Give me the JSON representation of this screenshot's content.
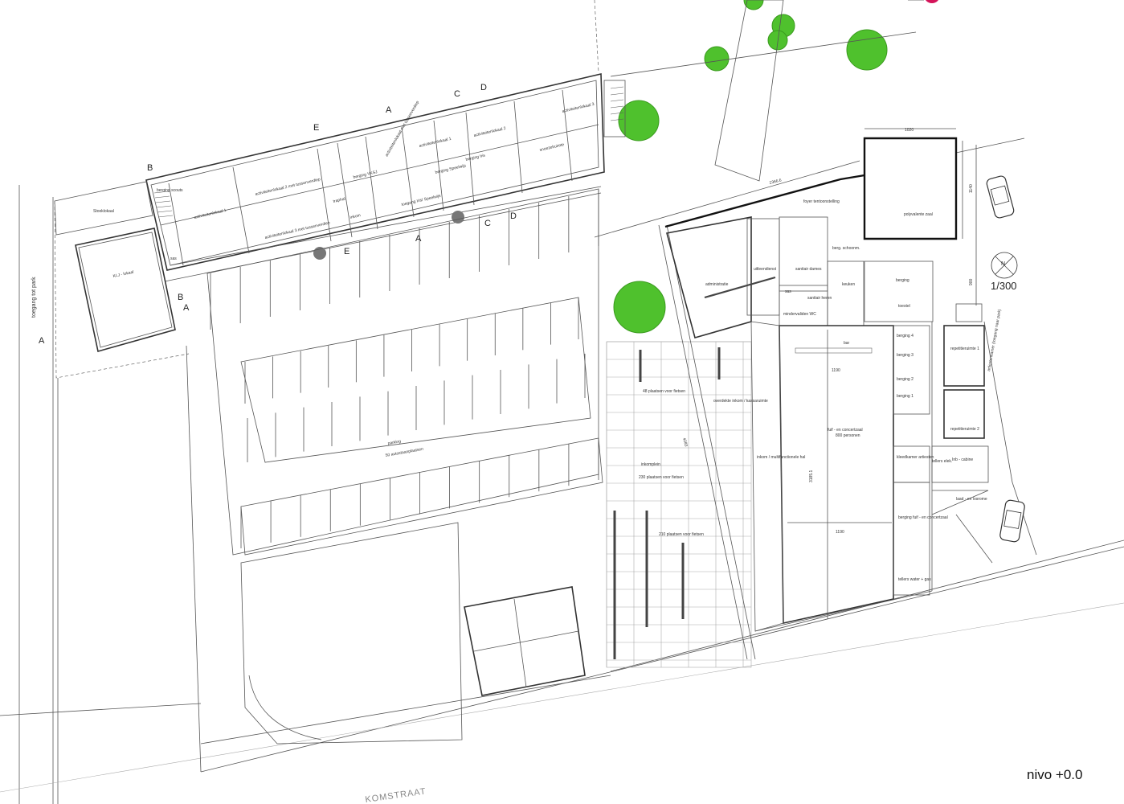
{
  "drawing": {
    "scale": "1/300",
    "level": "nivo +0.0",
    "street": "KOMSTRAAT",
    "path_label": "toegang tot park",
    "north_label": "N"
  },
  "left_building": {
    "rooms": [
      "Stooklokaal",
      "KLJ - lokaal",
      "berging scouts",
      "sas",
      "activiteitenlokaal 1",
      "activiteitenlokaal 2 met tussenverdiep",
      "activiteitenlokaal 3 met tussenverdiep",
      "traphal",
      "berging VKSJ",
      "inkom",
      "activiteitenlokaal met tussenverdiep",
      "toegang Iris/ Speelwijs",
      "berging Speelwijs",
      "activiteitenlokaal 1",
      "berging Iris",
      "activiteitenlokaal 2",
      "snoezelruimte",
      "activiteitenlokaal 3"
    ],
    "section_marks": [
      "A",
      "B",
      "C",
      "D",
      "E"
    ]
  },
  "site": {
    "parking_label": "parking",
    "parking_count": "50 autostaanplaatsen",
    "bike_labels": [
      "48 plaatsen voor fietsen",
      "inkomplein",
      "230 plaatsen voor fietsen",
      "210 plaatsen voor fietsen"
    ],
    "canopy_label": "overdekte inkom / kassaruimte",
    "dimension": "4283"
  },
  "right_building": {
    "rooms": [
      "foyer tentoonstelling",
      "polyvalente zaal",
      "administratie",
      "uitleendienst",
      "sanitair dames",
      "berg. schoonm.",
      "sas",
      "sanitair heren",
      "mindervaliden WC",
      "keuken",
      "berging",
      "toestel",
      "berging 4",
      "berging 3",
      "berging 2",
      "berging 1",
      "bar",
      "fuif - en concertzaal",
      "800 personen",
      "inkom / multifunctionele hal",
      "kleedkamer artiesten",
      "tellers elek.",
      "Inb - cabine",
      "repetitieruimte 1",
      "repetitieruimte 2",
      "artiestenkamer (toegang naar park)",
      "laad - en losrome",
      "berging fuif - en concertzaal",
      "tellers water + gas"
    ],
    "dimensions": [
      "1020",
      "1140",
      "900",
      "2366.6",
      "1190",
      "1190",
      "3185.1"
    ]
  },
  "colors": {
    "tree": "#4fc12d",
    "line": "#555555"
  }
}
